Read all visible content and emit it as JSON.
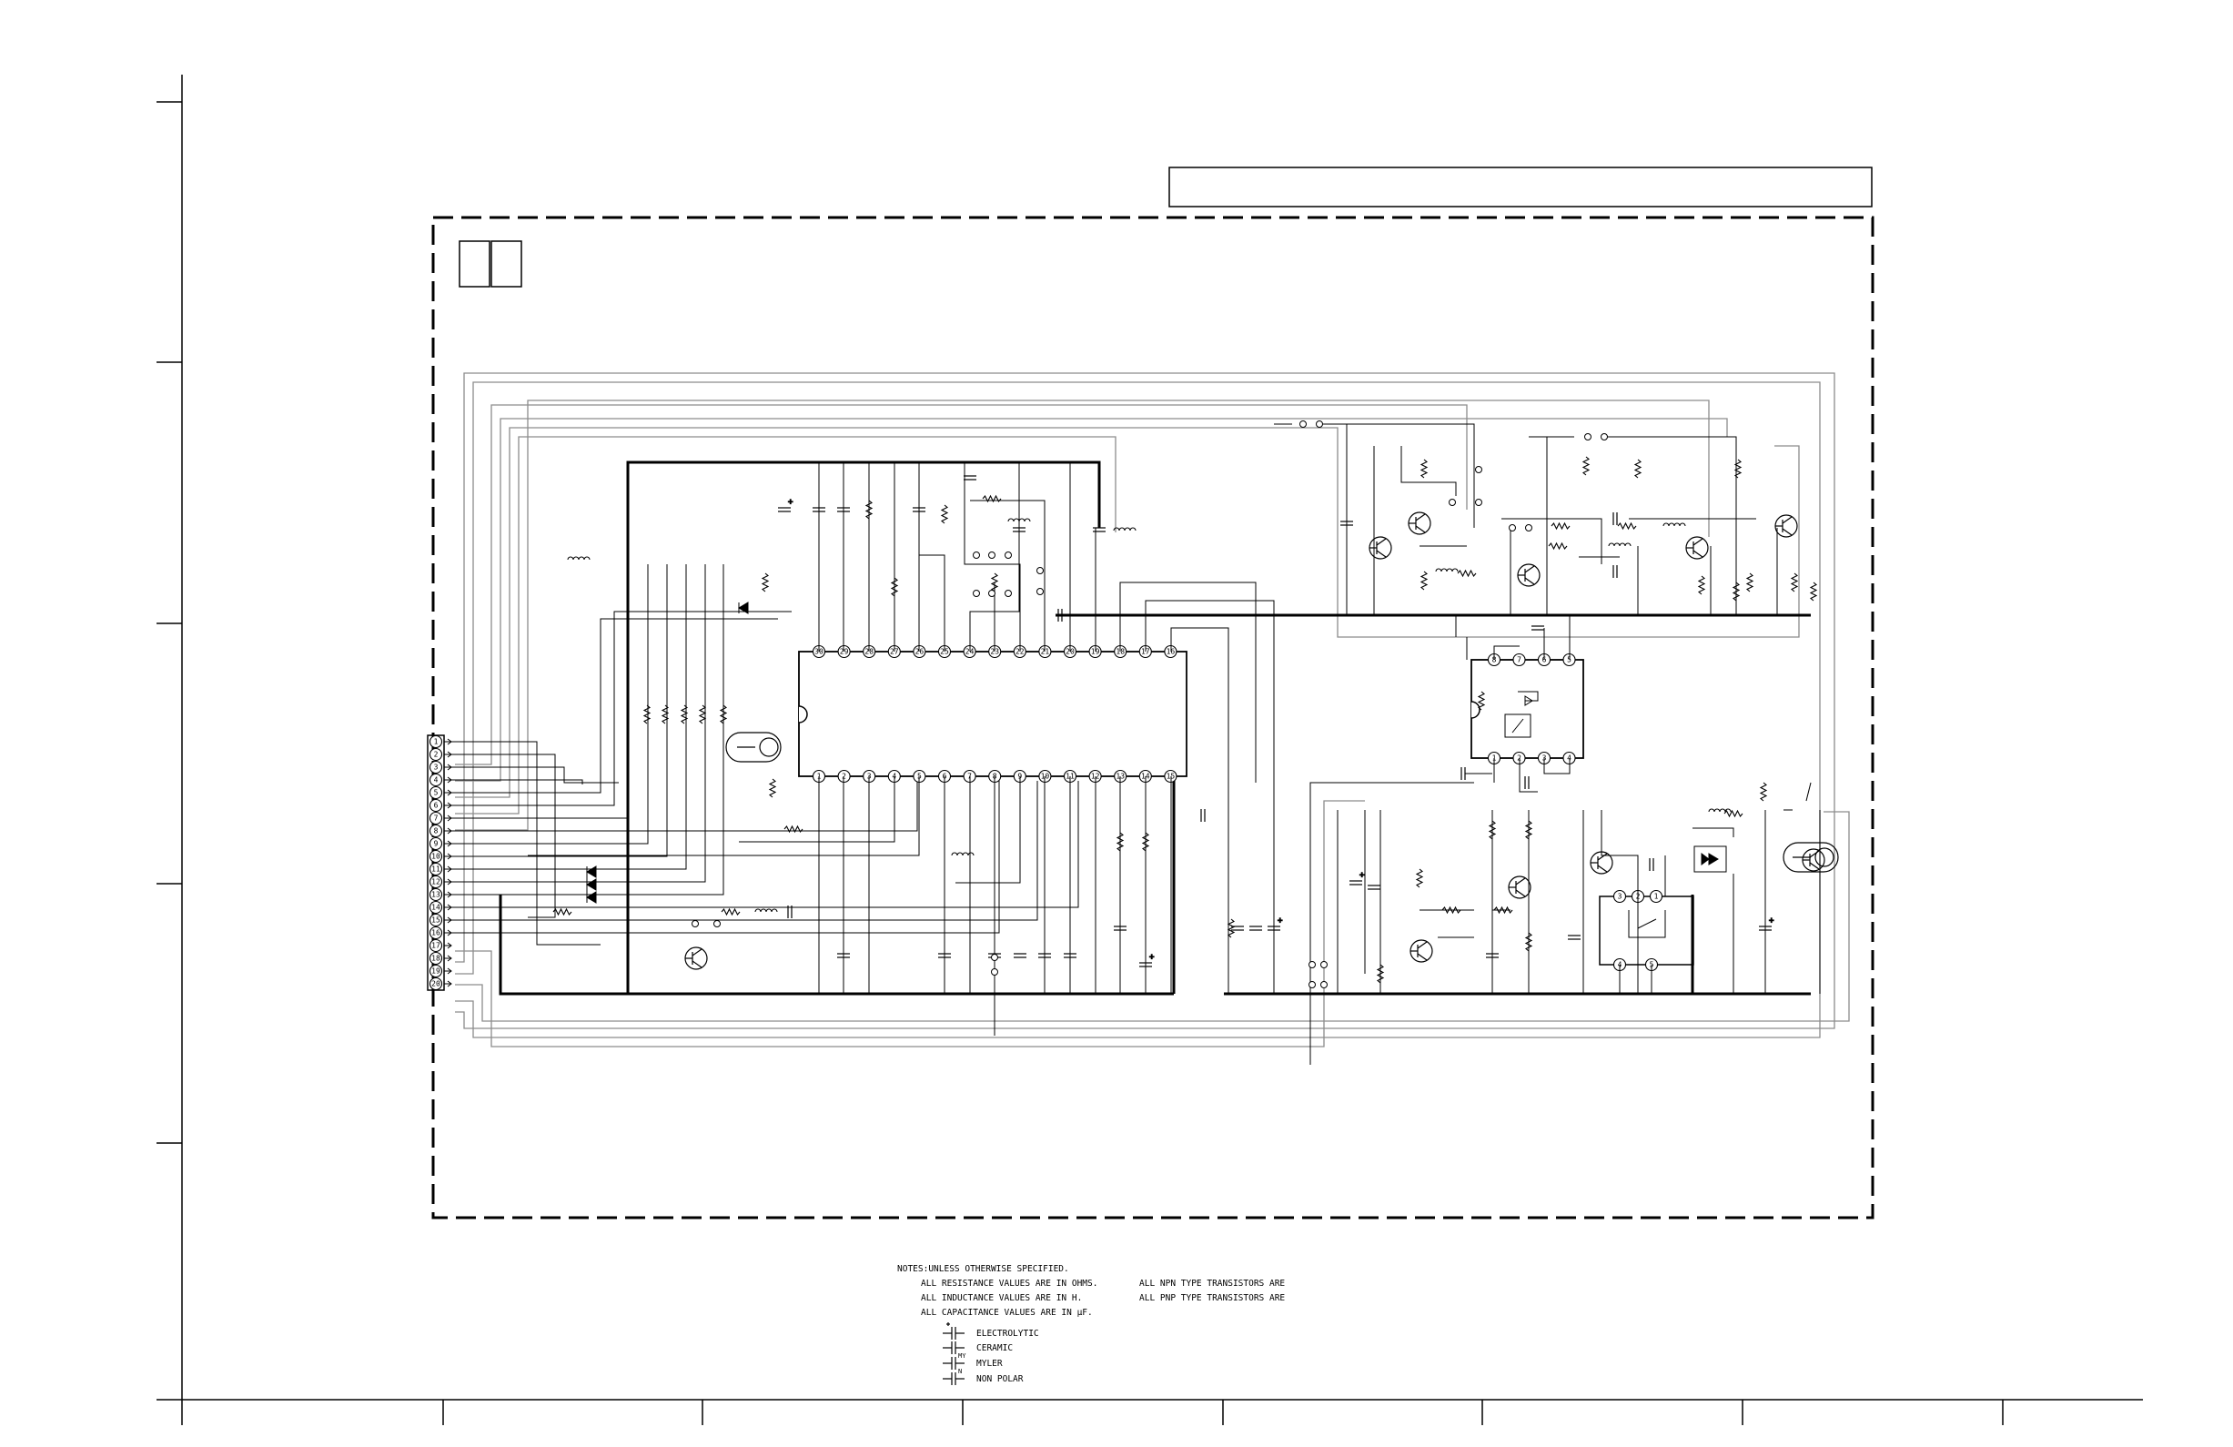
{
  "colors": {
    "ink": "#000000",
    "trace": "#8c8c8c",
    "bg": "#ffffff"
  },
  "connector_pins": [
    "1",
    "2",
    "3",
    "4",
    "5",
    "6",
    "7",
    "8",
    "9",
    "10",
    "11",
    "12",
    "13",
    "14",
    "15",
    "16",
    "17",
    "18",
    "19",
    "20"
  ],
  "ic_main": {
    "top_pins": [
      "30",
      "29",
      "28",
      "27",
      "26",
      "25",
      "24",
      "23",
      "22",
      "21",
      "20",
      "19",
      "18",
      "17",
      "16"
    ],
    "bottom_pins": [
      "1",
      "2",
      "3",
      "4",
      "5",
      "6",
      "7",
      "8",
      "9",
      "10",
      "11",
      "12",
      "13",
      "14",
      "15"
    ]
  },
  "ic_small": {
    "top_pins": [
      "8",
      "7",
      "6",
      "5"
    ],
    "bottom_pins": [
      "1",
      "2",
      "3",
      "4"
    ]
  },
  "ic_filter": {
    "top_pins": [
      "3",
      "2",
      "1"
    ],
    "bottom_pins": [
      "4",
      "5"
    ]
  },
  "notes": {
    "header": "NOTES:UNLESS OTHERWISE SPECIFIED.",
    "lines": [
      "ALL RESISTANCE VALUES ARE IN OHMS.",
      "ALL INDUCTANCE VALUES ARE IN H.",
      "ALL CAPACITANCE VALUES ARE IN μF."
    ],
    "right_lines": [
      "ALL NPN TYPE TRANSISTORS ARE",
      "ALL PNP TYPE TRANSISTORS ARE"
    ]
  },
  "legend": [
    {
      "icon": "electrolytic-capacitor-icon",
      "label": "ELECTROLYTIC"
    },
    {
      "icon": "ceramic-capacitor-icon",
      "label": "CERAMIC"
    },
    {
      "icon": "mylar-capacitor-icon",
      "label": "MYLER",
      "mark": "MY"
    },
    {
      "icon": "non-polar-capacitor-icon",
      "label": "NON POLAR",
      "mark": "N"
    }
  ]
}
